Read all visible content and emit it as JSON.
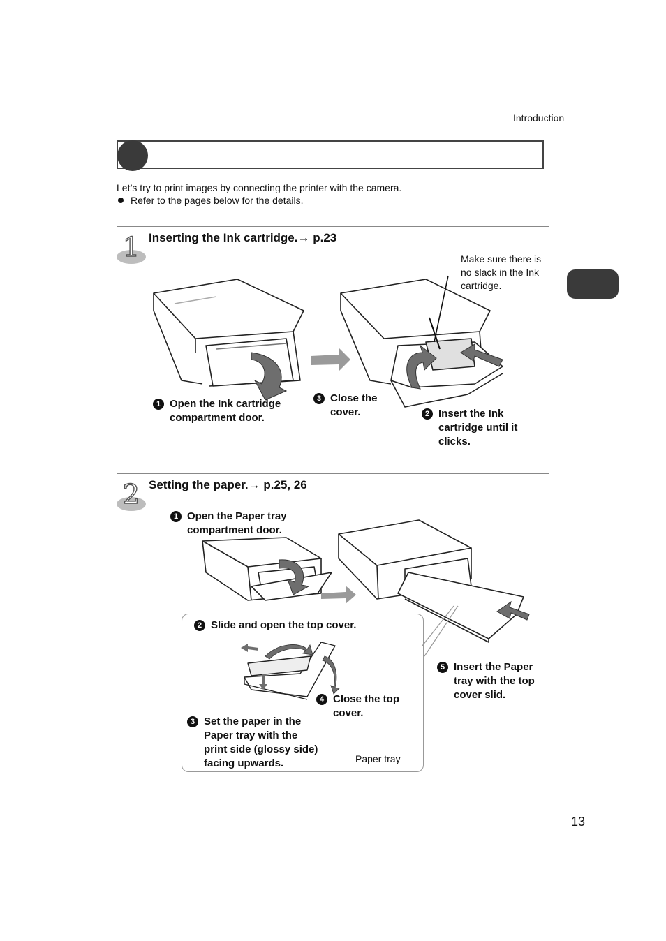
{
  "header": {
    "section": "Introduction"
  },
  "intro": {
    "text": "Let’s try to print images by connecting the printer with the camera.",
    "bullet": "Refer to the pages below for the details."
  },
  "step1": {
    "number": "1",
    "title": "Inserting the Ink cartridge.",
    "ref": "→ p.23",
    "note": [
      "Make sure there is",
      "no slack in the Ink",
      "cartridge."
    ],
    "captions": [
      {
        "badge": "1",
        "lines": [
          "Open the Ink cartridge",
          "compartment door."
        ]
      },
      {
        "badge": "3",
        "lines": [
          "Close the",
          "cover."
        ]
      },
      {
        "badge": "2",
        "lines": [
          "Insert the Ink",
          "cartridge until it",
          "clicks."
        ]
      }
    ]
  },
  "step2": {
    "number": "2",
    "title": "Setting the paper.",
    "ref": "→ p.25, 26",
    "captions": [
      {
        "badge": "1",
        "lines": [
          "Open the Paper tray",
          "compartment door."
        ]
      },
      {
        "badge": "2",
        "lines": [
          "Slide and open the top cover."
        ]
      },
      {
        "badge": "4",
        "lines": [
          "Close the top",
          "cover."
        ]
      },
      {
        "badge": "3",
        "lines": [
          "Set the paper in the",
          "Paper tray with the",
          "print side (glossy side)",
          "facing upwards."
        ]
      },
      {
        "badge": "5",
        "lines": [
          "Insert the Paper",
          "tray with the top",
          "cover slid."
        ]
      }
    ],
    "paper_tray_label": "Paper tray"
  },
  "footer": {
    "page_number": "13"
  }
}
